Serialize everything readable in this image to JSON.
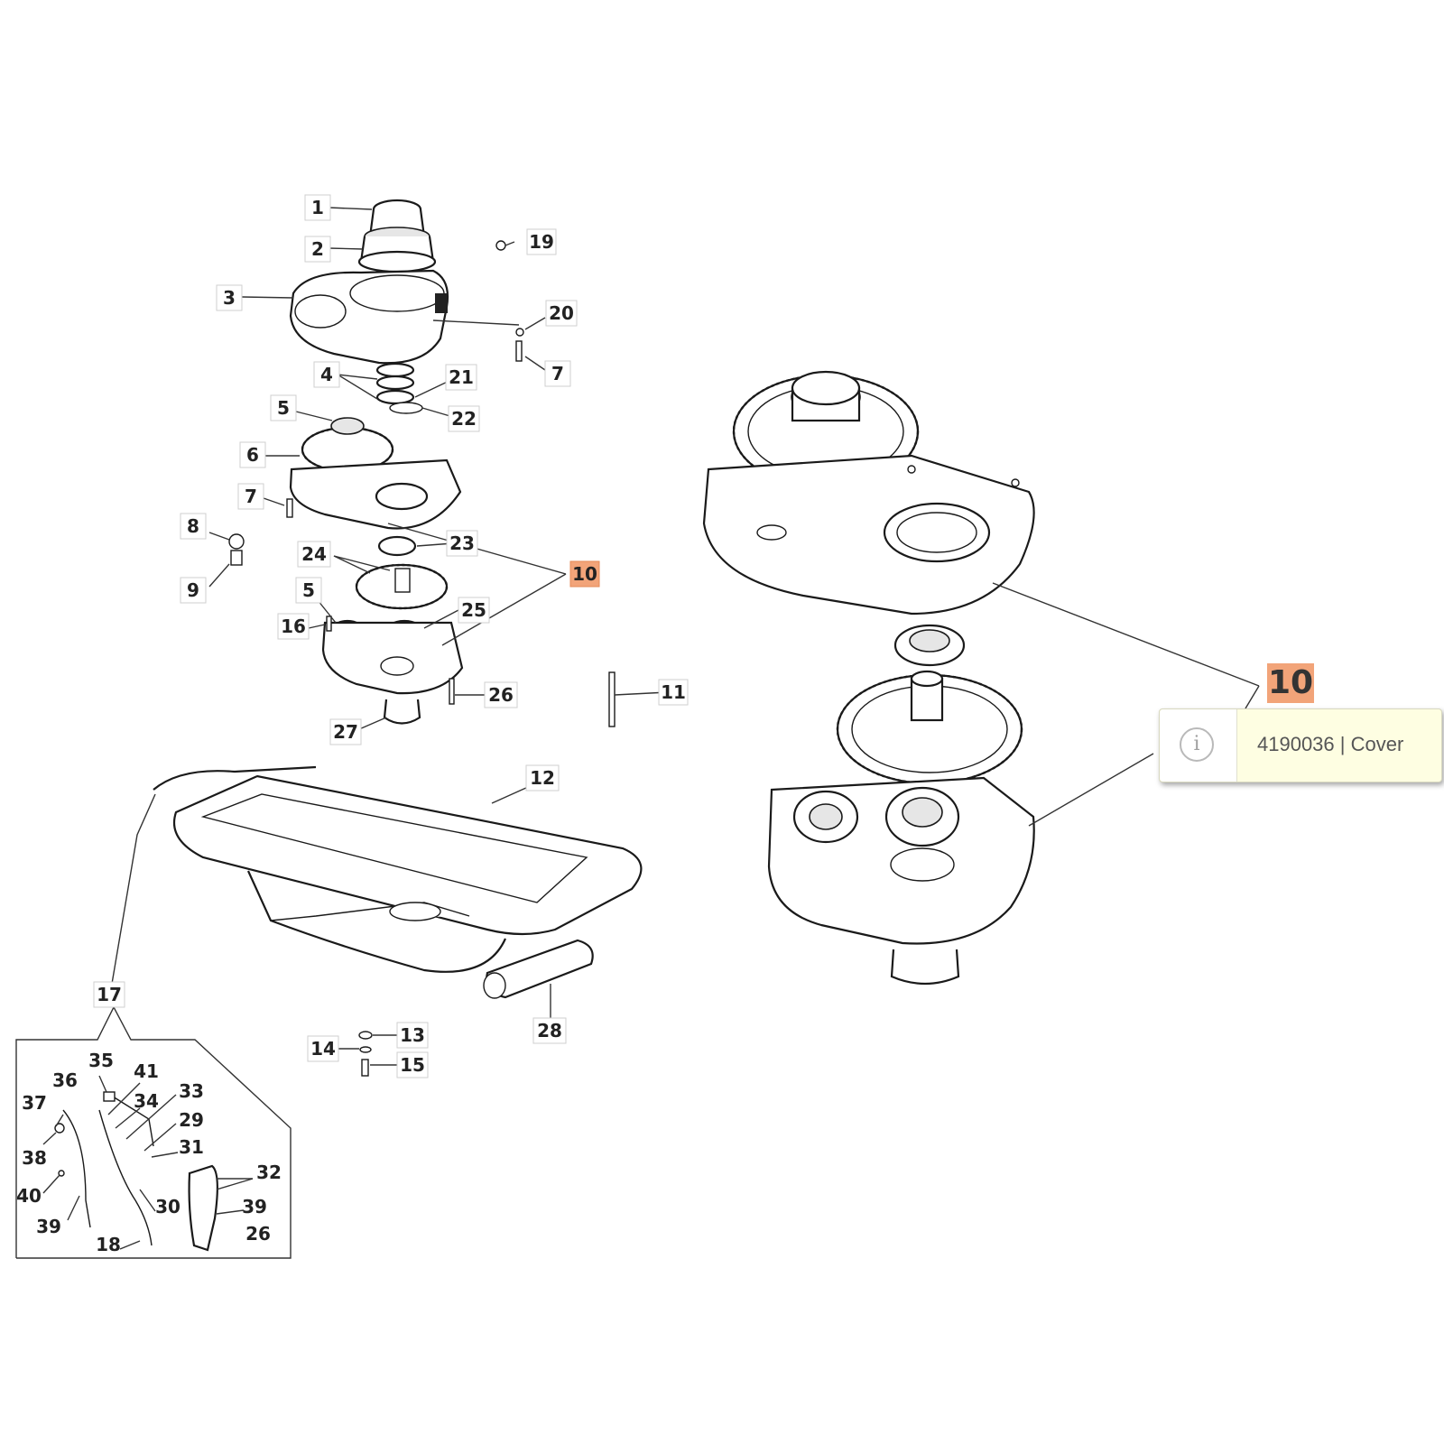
{
  "callouts": {
    "c1": "1",
    "c2": "2",
    "c3": "3",
    "c4": "4",
    "c5a": "5",
    "c5b": "5",
    "c6": "6",
    "c7a": "7",
    "c7b": "7",
    "c8": "8",
    "c9": "9",
    "c10": "10",
    "c11": "11",
    "c12": "12",
    "c13": "13",
    "c14": "14",
    "c15": "15",
    "c16": "16",
    "c17": "17",
    "c18": "18",
    "c19": "19",
    "c20": "20",
    "c21": "21",
    "c22": "22",
    "c23": "23",
    "c24": "24",
    "c25": "25",
    "c26a": "26",
    "c26b": "26",
    "c27": "27",
    "c28": "28",
    "c29": "29",
    "c30": "30",
    "c31": "31",
    "c32": "32",
    "c33": "33",
    "c34": "34",
    "c35": "35",
    "c36": "36",
    "c37": "37",
    "c38": "38",
    "c39a": "39",
    "c39b": "39",
    "c40": "40",
    "c41": "41"
  },
  "highlight": {
    "label": "10"
  },
  "tooltip": {
    "icon": "info-icon",
    "text": "4190036 | Cover"
  },
  "colors": {
    "highlight": "#f2a479",
    "tooltip_bg": "#fefee2"
  }
}
